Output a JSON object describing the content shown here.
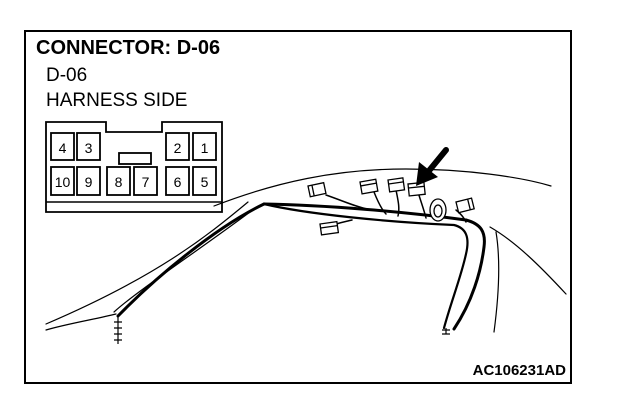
{
  "diagram": {
    "title": "CONNECTOR: D-06",
    "connector_id": "D-06",
    "side_label": "HARNESS SIDE",
    "figure_code": "AC106231AD",
    "connector_pins": {
      "top_row": [
        "4",
        "3",
        "2",
        "1"
      ],
      "bottom_row": [
        "10",
        "9",
        "8",
        "7",
        "6",
        "5"
      ]
    },
    "icons": {
      "pointer": "arrow-icon",
      "connector": "connector-block-icon"
    },
    "colors": {
      "line": "#000000",
      "background": "#ffffff"
    }
  }
}
